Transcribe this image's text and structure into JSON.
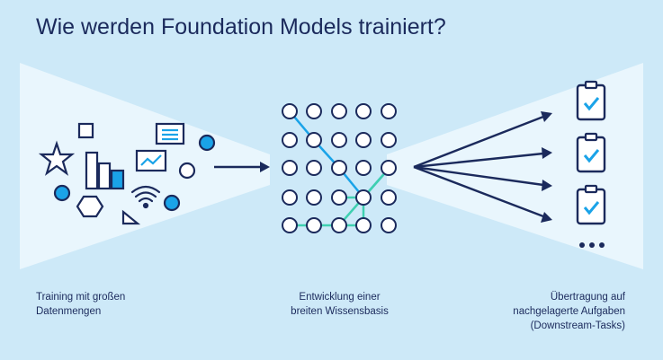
{
  "title": "Wie werden Foundation Models trainiert?",
  "captions": {
    "left": [
      "Training mit großen",
      "Datenmengen"
    ],
    "center": [
      "Entwicklung einer",
      "breiten Wissensbasis"
    ],
    "right": [
      "Übertragung auf",
      "nachgelagerte Aufgaben",
      "(Downstream-Tasks)"
    ]
  },
  "colors": {
    "background": "#cde9f8",
    "navy": "#1b2a5c",
    "blue": "#1aa3e8",
    "green": "#3fd0b0",
    "light": "#e9f6fd"
  },
  "icons": {
    "data_items": [
      "star-icon",
      "square-icon",
      "bar-chart-icon",
      "document-icon",
      "line-chart-icon",
      "circle-icon",
      "wifi-icon",
      "hexagon-icon",
      "triangle-icon"
    ],
    "tasks": [
      "clipboard-check-icon",
      "clipboard-check-icon",
      "clipboard-check-icon",
      "more-icon"
    ]
  }
}
